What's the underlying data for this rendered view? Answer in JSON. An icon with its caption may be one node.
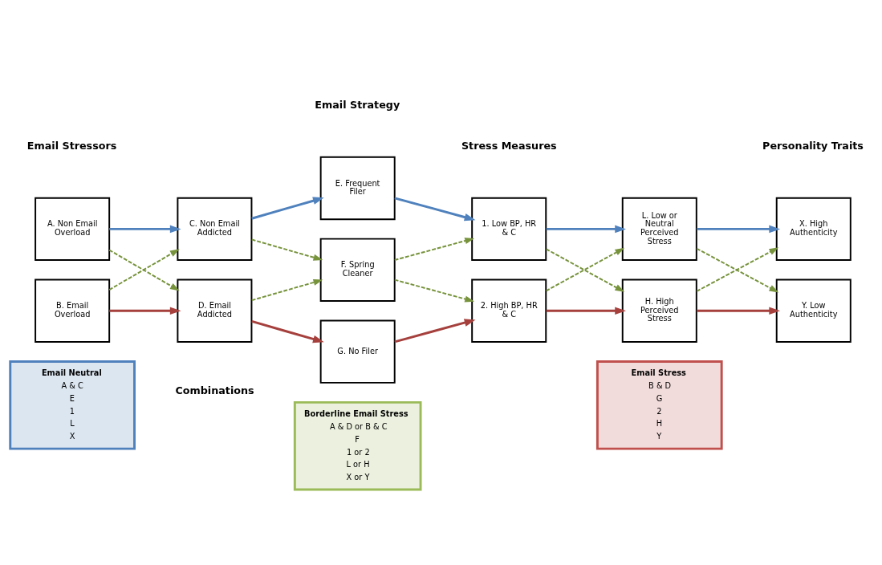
{
  "diagram": {
    "nodes": [
      {
        "text": [
          "A. Non Email Overload"
        ]
      },
      {
        "text": [
          "B. Email Overload"
        ]
      },
      {
        "text": [
          "C. Non Email Addicted"
        ]
      },
      {
        "text": [
          "D. Email Addicted"
        ]
      },
      {
        "text": [
          "E. Frequent Filer"
        ]
      },
      {
        "text": [
          "F. Spring Cleaner"
        ]
      },
      {
        "text": [
          "G. No Filer"
        ]
      },
      {
        "text": [
          "1. Low BP, HR & C"
        ]
      },
      {
        "text": [
          "2. High BP, HR & C"
        ]
      },
      {
        "text": [
          "L. Low or Neutral Perceived Stress"
        ]
      },
      {
        "text": [
          "H. High Perceived Stress"
        ]
      },
      {
        "text": [
          "X. High Authenticity"
        ]
      },
      {
        "text": [
          "Y. Low Authenticity"
        ]
      },
      {
        "text": [
          "Email Neutral",
          "A & C",
          "E",
          "1",
          "L",
          "X"
        ]
      },
      {
        "text": [
          "Borderline Email Stress",
          "A & D or B & C",
          "F",
          "1 or 2",
          "L or H",
          "X or Y"
        ]
      },
      {
        "text": [
          "Email Stress",
          "B & D",
          "G",
          "2",
          "H",
          "Y"
        ]
      }
    ],
    "edges": [
      {
        "from": 0,
        "to": 2,
        "arrow": "to",
        "color": "#4f81bd"
      },
      {
        "from": 0,
        "to": 3,
        "arrow": "to",
        "style": "dashed",
        "color": "#77933c"
      },
      {
        "from": 1,
        "to": 2,
        "arrow": "to",
        "style": "dashed",
        "color": "#77933c"
      },
      {
        "from": 1,
        "to": 3,
        "arrow": "to",
        "color": "#a5403d"
      },
      {
        "from": 2,
        "to": 4,
        "arrow": "to",
        "color": "#4f81bd"
      },
      {
        "from": 2,
        "to": 5,
        "arrow": "to",
        "style": "dashed",
        "color": "#77933c"
      },
      {
        "from": 3,
        "to": 5,
        "arrow": "to",
        "style": "dashed",
        "color": "#77933c"
      },
      {
        "from": 3,
        "to": 6,
        "arrow": "to",
        "color": "#a5403d"
      },
      {
        "from": 4,
        "to": 7,
        "arrow": "to",
        "color": "#4f81bd"
      },
      {
        "from": 5,
        "to": 7,
        "arrow": "to",
        "style": "dashed",
        "color": "#77933c"
      },
      {
        "from": 5,
        "to": 8,
        "arrow": "to",
        "style": "dashed",
        "color": "#77933c"
      },
      {
        "from": 6,
        "to": 8,
        "arrow": "to",
        "color": "#a5403d"
      },
      {
        "from": 7,
        "to": 9,
        "arrow": "to",
        "color": "#4f81bd"
      },
      {
        "from": 7,
        "to": 10,
        "arrow": "to",
        "style": "dashed",
        "color": "#77933c"
      },
      {
        "from": 8,
        "to": 9,
        "arrow": "to",
        "style": "dashed",
        "color": "#77933c"
      },
      {
        "from": 8,
        "to": 10,
        "arrow": "to",
        "color": "#a5403d"
      },
      {
        "from": 9,
        "to": 11,
        "arrow": "to",
        "color": "#4f81bd"
      },
      {
        "from": 9,
        "to": 12,
        "arrow": "to",
        "style": "dashed",
        "color": "#77933c"
      },
      {
        "from": 10,
        "to": 11,
        "arrow": "to",
        "style": "dashed",
        "color": "#77933c"
      },
      {
        "from": 10,
        "to": 12,
        "arrow": "to",
        "color": "#a5403d"
      }
    ],
    "labels": [
      "Email Stressors",
      "Email Strategy",
      "Stress Measures",
      "Personality Traits",
      "Combinations"
    ]
  }
}
